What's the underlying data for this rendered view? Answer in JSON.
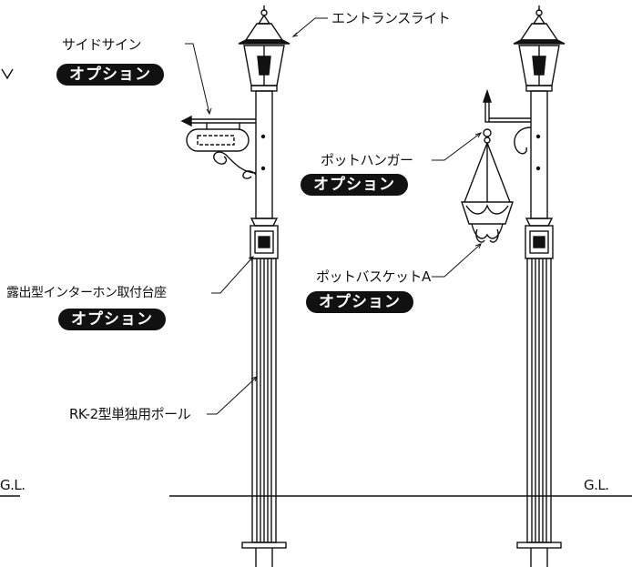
{
  "labels": {
    "entrance_light": "エントランスライト",
    "side_sign": "サイドサイン",
    "pot_hanger": "ポットハンガー",
    "intercom_base": "露出型インターホン取付台座",
    "pot_basket": "ポットバスケットA",
    "pole": "RK-2型単独用ポール",
    "gl_left": "G.L.",
    "gl_right": "G.L."
  },
  "badges": {
    "option_1": "オプション",
    "option_2": "オプション",
    "option_3": "オプション",
    "option_4": "オプション"
  }
}
